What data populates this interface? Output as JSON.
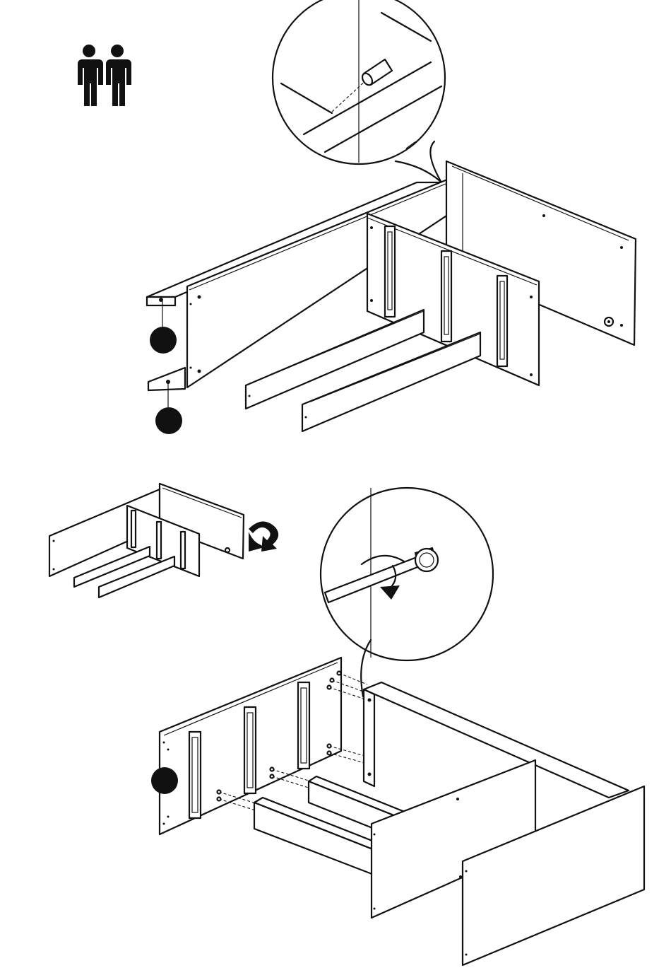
{
  "instruction_sheet": {
    "people_required_icon": "two-person-icon",
    "callout_markers": [
      {
        "marker": "black-circle"
      },
      {
        "marker": "black-circle"
      },
      {
        "marker": "black-circle"
      }
    ],
    "rotate_arrow_icon": "rotate-arrow-icon",
    "turn_screw_icon": "clockwise-arrow-icon",
    "colors": {
      "line": "#111111",
      "background": "#ffffff"
    }
  }
}
